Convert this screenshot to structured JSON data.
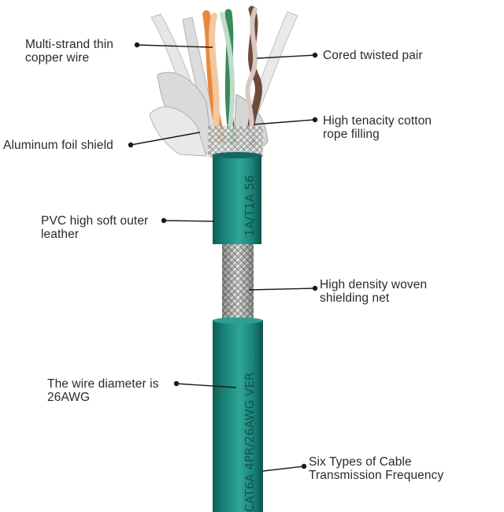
{
  "labels": {
    "copper": {
      "line1": "Multi-strand thin",
      "line2": "copper wire"
    },
    "twisted": {
      "line1": "Cored twisted pair"
    },
    "cotton": {
      "line1": "High tenacity cotton",
      "line2": "rope filling"
    },
    "foil": {
      "line1": "Aluminum foil shield"
    },
    "pvc": {
      "line1": "PVC high soft outer",
      "line2": "leather"
    },
    "woven": {
      "line1": "High density woven",
      "line2": "shielding net"
    },
    "diameter": {
      "line1": "The wire diameter is",
      "line2": "26AWG"
    },
    "frequency": {
      "line1": "Six Types of Cable",
      "line2": "Transmission Frequency"
    }
  },
  "cable_print": {
    "upper": "1A/T1A 56",
    "lower": "CAT6A 4PR/26AWG VER"
  },
  "colors": {
    "jacket": "#1a8579",
    "jacket_dark": "#0e5e56",
    "jacket_light": "#2fa597",
    "braid": "#c4c6c4",
    "foil": "#dcdedd",
    "wire_orange": "#e8893a",
    "wire_green": "#3a8a5c",
    "wire_brown": "#6e4a3a",
    "wire_white": "#efefef",
    "leader": "#1a1a1a"
  }
}
